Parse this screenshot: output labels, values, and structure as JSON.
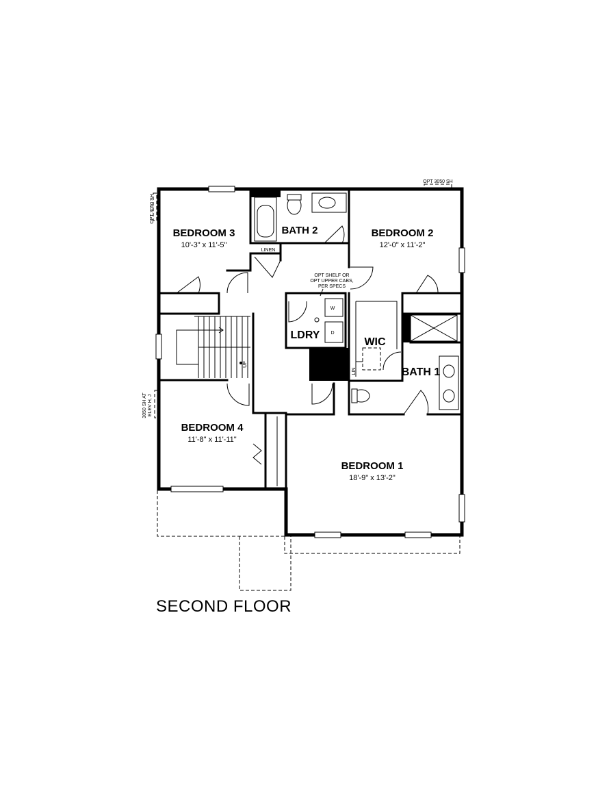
{
  "title": "SECOND FLOOR",
  "rooms": {
    "bedroom3": {
      "name": "BEDROOM 3",
      "dims": "10'-3\" x 11'-5\""
    },
    "bath2": {
      "name": "BATH 2"
    },
    "bedroom2": {
      "name": "BEDROOM 2",
      "dims": "12'-0\" x 11'-2\""
    },
    "linen": {
      "name": "LINEN"
    },
    "ldry": {
      "name": "LDRY"
    },
    "wic": {
      "name": "WIC"
    },
    "bath1": {
      "name": "BATH 1"
    },
    "lin": {
      "name": "LIN"
    },
    "bedroom4": {
      "name": "BEDROOM 4",
      "dims": "11'-8\" x 11'-11\""
    },
    "bedroom1": {
      "name": "BEDROOM 1",
      "dims": "18'-9\" x 13'-2\""
    }
  },
  "notes": {
    "opt_3050_sh_top": "OPT 3050 SH",
    "opt_3050_sh_left": "OPT 3050 SH",
    "sh_3050_at_line1": "3050 SH AT",
    "sh_3050_at_line2": "ELEV H, J",
    "opt_shelf_line1": "OPT SHELF OR",
    "opt_shelf_line2": "OPT UPPER CABS,",
    "opt_shelf_line3": "PER SPECS",
    "washer": "W",
    "dryer": "D",
    "up": "UP"
  }
}
